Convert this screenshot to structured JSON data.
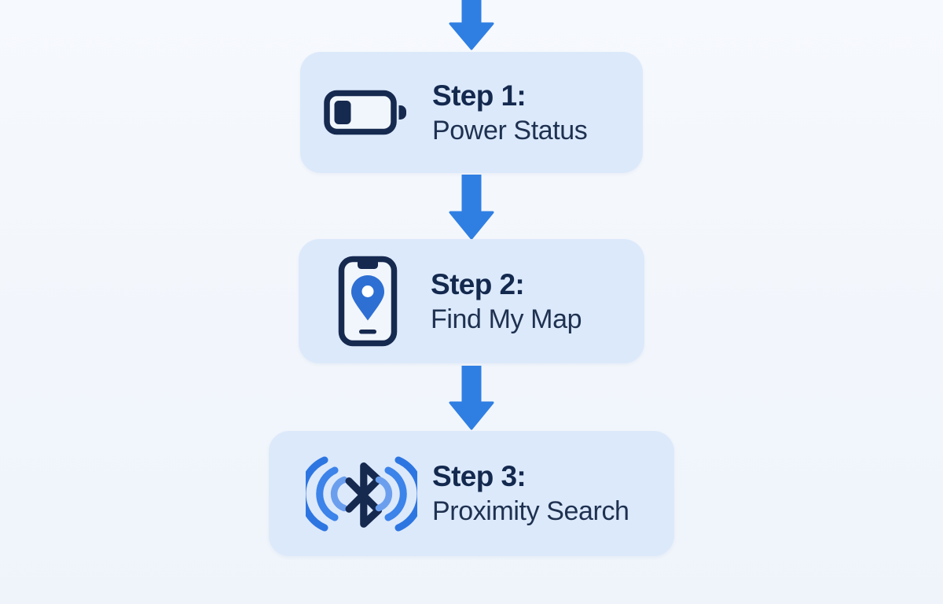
{
  "colors": {
    "bg_top": "#f6f9fd",
    "bg_bottom": "#eff4fb",
    "arrow": "#2f7fe3",
    "card_bg": "#dce9fb",
    "icon_navy": "#16294f",
    "icon_screen": "#f1f6fd",
    "title_text": "#14294e",
    "subtitle_text": "#1e3150",
    "pin_blue": "#2e6fd3",
    "wave_outer": "#2d76e2",
    "wave_mid": "#3c83ea",
    "wave_inner": "#6b9fee"
  },
  "flow": {
    "steps": [
      {
        "title": "Step 1:",
        "subtitle": "Power Status",
        "icon": "battery-low-icon"
      },
      {
        "title": "Step 2:",
        "subtitle": "Find My Map",
        "icon": "phone-location-icon"
      },
      {
        "title": "Step 3:",
        "subtitle": "Proximity Search",
        "icon": "bluetooth-signal-icon"
      }
    ]
  }
}
